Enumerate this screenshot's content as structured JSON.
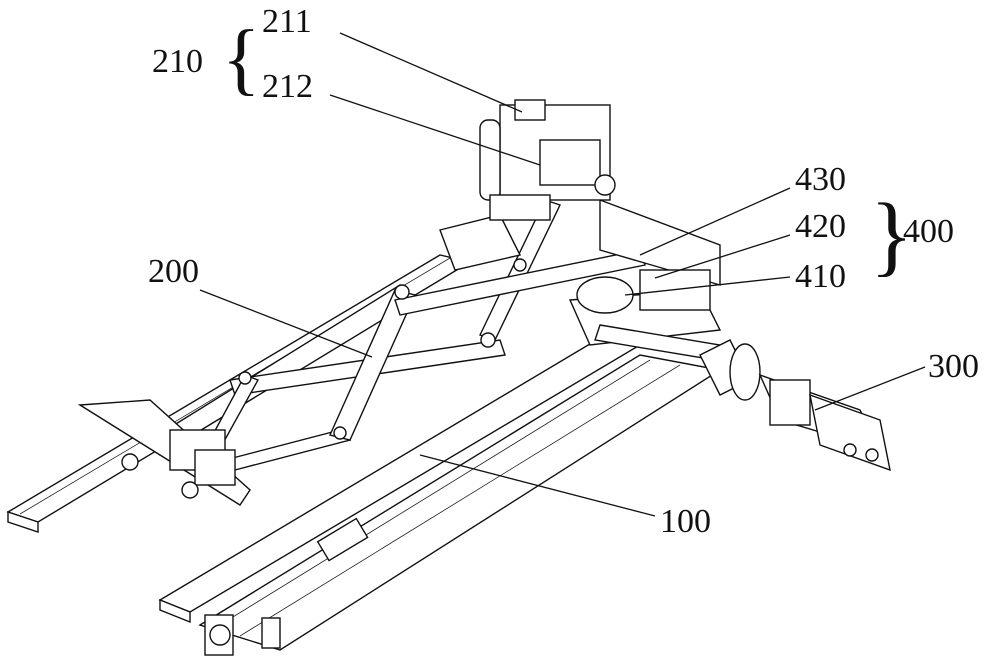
{
  "figure": {
    "labels": {
      "l210": "210",
      "l211": "211",
      "l212": "212",
      "l200": "200",
      "l430": "430",
      "l420": "420",
      "l410": "410",
      "l400": "400",
      "l300": "300",
      "l100": "100"
    }
  }
}
